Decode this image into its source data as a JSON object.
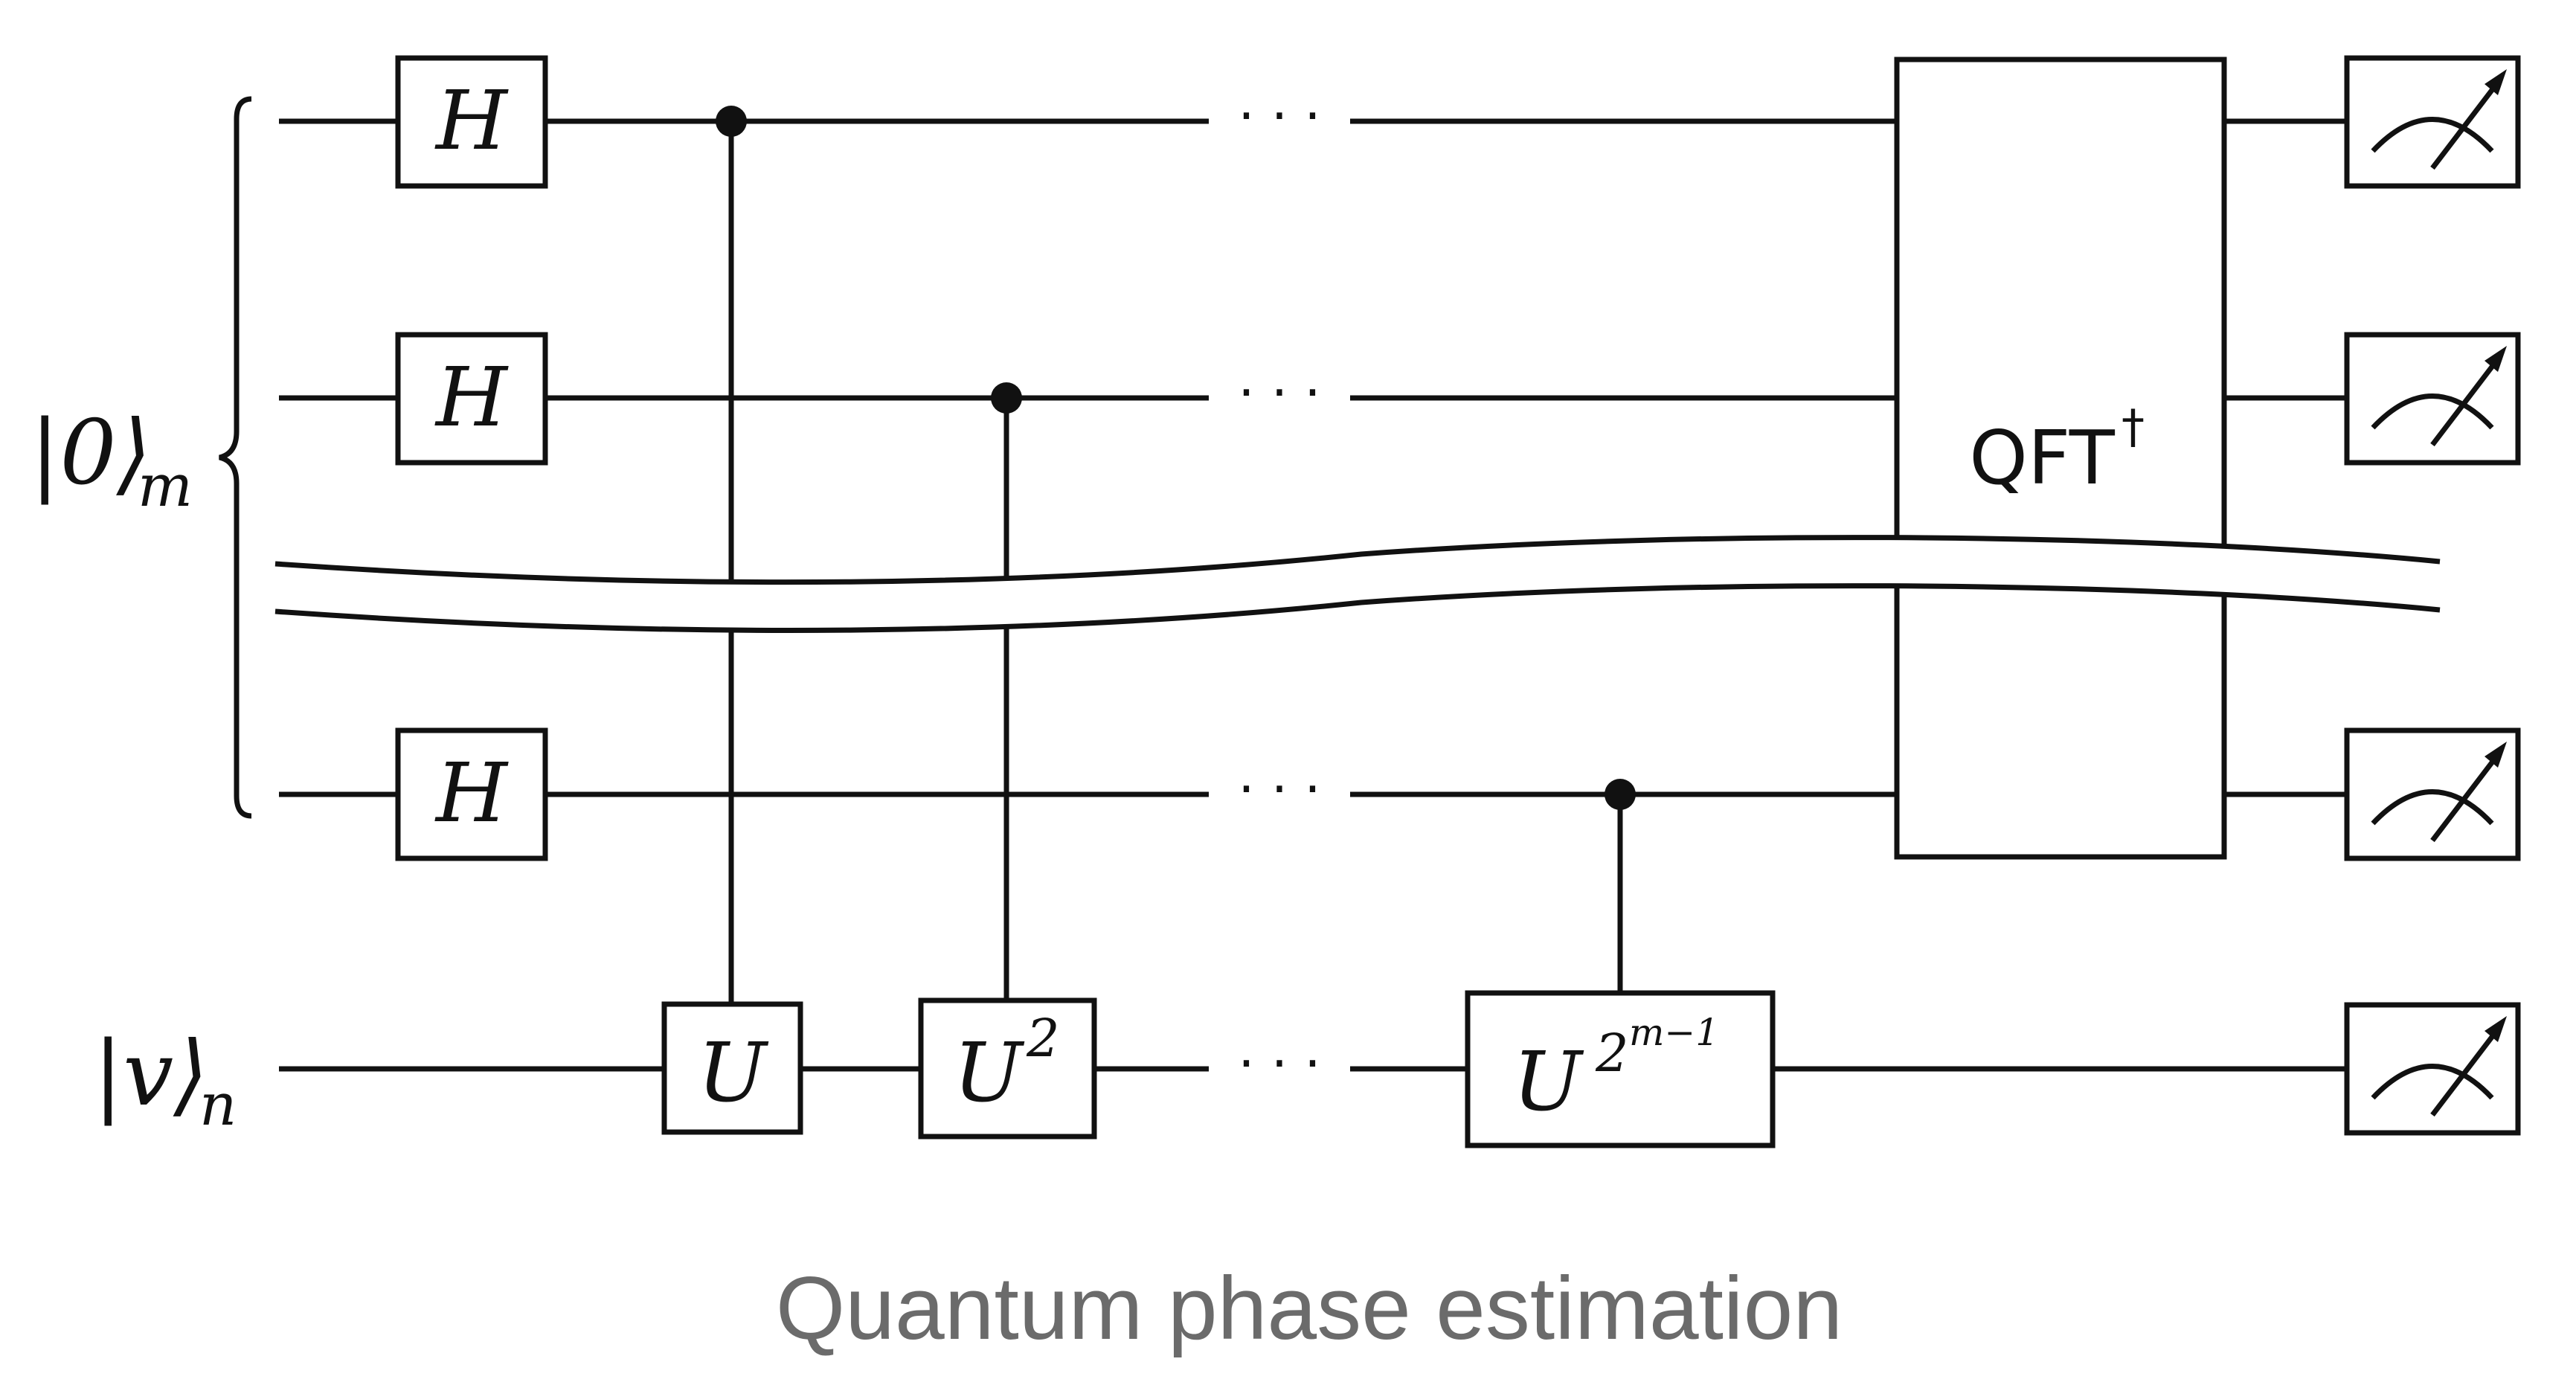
{
  "register_labels": {
    "control_ket": "|0⟩",
    "control_subscript": "m",
    "target_ket": "|v⟩",
    "target_subscript": "n"
  },
  "hadamard_label": "H",
  "ellipsis": "· · ·",
  "controlled_gates": {
    "u1": {
      "base": "U",
      "exponent": ""
    },
    "u2": {
      "base": "U",
      "exponent": "2"
    },
    "u3": {
      "base": "U",
      "exponent": "2",
      "exponent_power": "m−1"
    }
  },
  "qft_gate": {
    "label": "QFT",
    "dagger": "†"
  },
  "measurement_icon": "meter-icon",
  "caption": "Quantum phase estimation",
  "colors": {
    "ink": "#111111",
    "caption": "#6b6b6b",
    "background": "#ffffff"
  }
}
